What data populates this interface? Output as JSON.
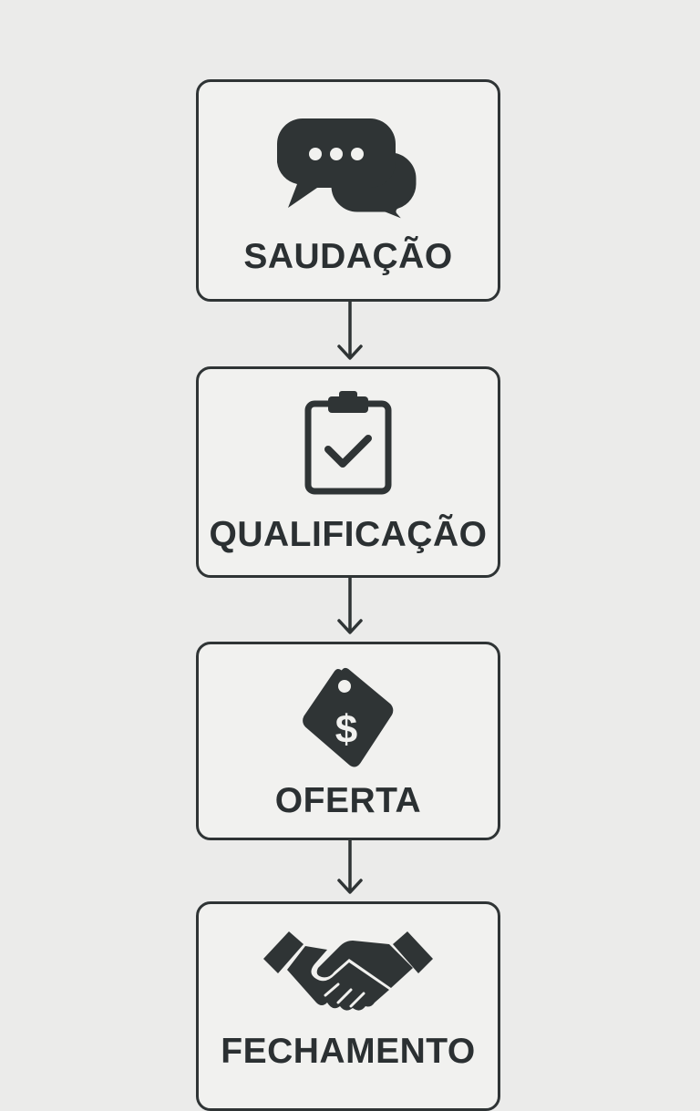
{
  "steps": [
    {
      "label": "SAUDAÇÃO",
      "icon": "chat-bubbles-icon"
    },
    {
      "label": "QUALIFICAÇÃO",
      "icon": "clipboard-check-icon"
    },
    {
      "label": "OFERTA",
      "icon": "price-tag-dollar-icon"
    },
    {
      "label": "FECHAMENTO",
      "icon": "handshake-icon"
    }
  ],
  "colors": {
    "background": "#ebebea",
    "box_fill": "#f1f1ef",
    "ink": "#2f3435"
  }
}
